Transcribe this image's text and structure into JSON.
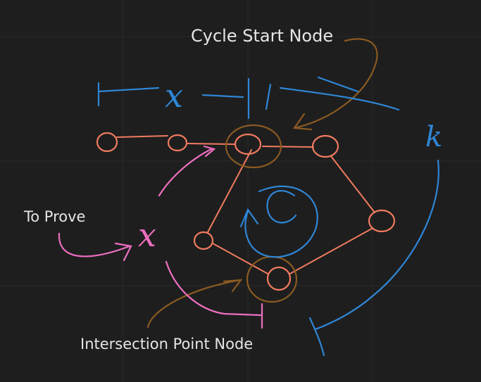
{
  "labels": {
    "cycle_start": "Cycle Start Node",
    "to_prove": "To Prove",
    "intersection": "Intersection Point Node"
  },
  "handwriting": {
    "x_top": "x",
    "x_left": "x",
    "k": "k",
    "c": "C"
  },
  "colors": {
    "background": "#1e1e1e",
    "grid": "#2b2b2b",
    "node": "#f07b5f",
    "blue": "#2f86d6",
    "pink": "#ee6fc0",
    "brown": "#8a5a22",
    "text": "#e6e6e6"
  }
}
